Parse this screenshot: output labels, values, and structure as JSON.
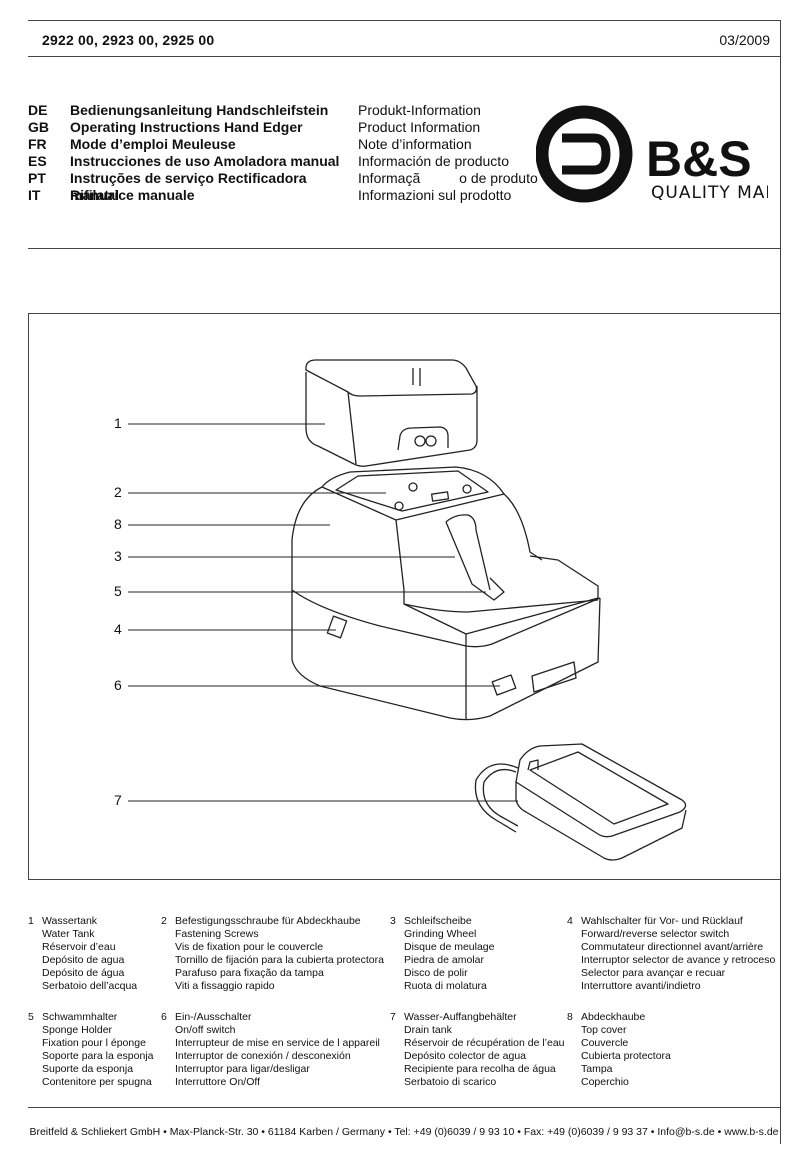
{
  "header": {
    "product_codes": "2922 00, 2923 00, 2925 00",
    "date": "03/2009"
  },
  "languages": [
    {
      "code": "DE",
      "title": "Bedienungsanleitung Handschleifstein",
      "info": "Produkt-Information"
    },
    {
      "code": "GB",
      "title": "Operating Instructions Hand Edger",
      "info": "Product Information"
    },
    {
      "code": "FR",
      "title": "Mode d’emploi Meuleuse",
      "info": "Note d’information"
    },
    {
      "code": "ES",
      "title": "Instrucciones de uso Amoladora manual",
      "info": "Información de producto"
    },
    {
      "code": "PT",
      "title": "Instruções de serviço Rectificadora manual",
      "info": "Informaçã          o de produto"
    },
    {
      "code": "IT",
      "title": "Rifilatrice manuale",
      "info": "Informazioni sul prodotto"
    }
  ],
  "logo": {
    "brand": "B&S",
    "tagline": "QUALITY MADE"
  },
  "callouts": [
    "1",
    "2",
    "8",
    "3",
    "5",
    "4",
    "6",
    "7"
  ],
  "legend": [
    {
      "num": "1",
      "lines": [
        "Wassertank",
        "Water Tank",
        "Réservoir d’eau",
        "Depósito de agua",
        "Depósito de água",
        "Serbatoio dell’acqua"
      ]
    },
    {
      "num": "2",
      "lines": [
        "Befestigungsschraube für Abdeckhaube",
        "Fastening Screws",
        "Vis de fixation pour le couvercle",
        "Tornillo de fijación para la cubierta protectora",
        "Parafuso para fixação da tampa",
        "Viti a fissaggio rapido"
      ]
    },
    {
      "num": "3",
      "lines": [
        "Schleifscheibe",
        "Grinding Wheel",
        "Disque de meulage",
        "Piedra de amolar",
        "Disco de polir",
        "Ruota di molatura"
      ]
    },
    {
      "num": "4",
      "lines": [
        "Wahlschalter für Vor- und Rücklauf",
        "Forward/reverse selector switch",
        "Commutateur directionnel avant/arrière",
        "Interruptor selector de avance y retroceso",
        "Selector para avançar e recuar",
        "Interruttore avanti/indietro"
      ]
    },
    {
      "num": "5",
      "lines": [
        "Schwammhalter",
        "Sponge Holder",
        "Fixation pour l éponge",
        "Soporte para la esponja",
        "Suporte da esponja",
        "Contenitore per spugna"
      ]
    },
    {
      "num": "6",
      "lines": [
        "Ein-/Ausschalter",
        "On/off switch",
        "Interrupteur de mise en service de l appareil",
        "Interruptor de conexión / desconexión",
        "Interruptor para ligar/desligar",
        "Interruttore On/Off"
      ]
    },
    {
      "num": "7",
      "lines": [
        "Wasser-Auffangbehälter",
        "Drain tank",
        "Réservoir de récupération de l’eau",
        "Depósito colector de agua",
        "Recipiente para recolha de água",
        "Serbatoio di scarico"
      ]
    },
    {
      "num": "8",
      "lines": [
        "Abdeckhaube",
        "Top cover",
        "Couvercle",
        "Cubierta protectora",
        "Tampa",
        "Coperchio"
      ]
    }
  ],
  "footer": {
    "text": "Breitfeld & Schliekert GmbH • Max-Planck-Str. 30 • 61184 Karben / Germany • Tel: +49 (0)6039 / 9 93 10 • Fax: +49 (0)6039 / 9 93 37 • Info@b-s.de • www.b-s.de"
  }
}
